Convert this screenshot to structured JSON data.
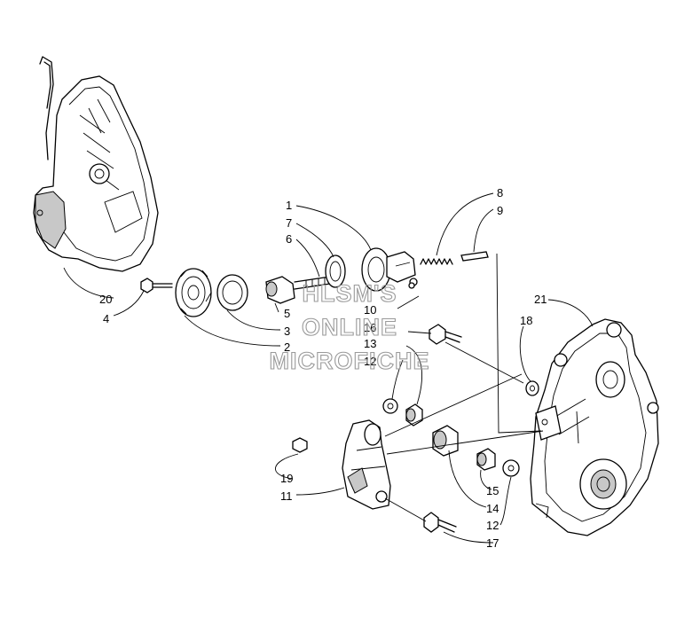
{
  "watermark": {
    "line1": "HLSM'S",
    "line2": "ONLINE",
    "line3": "MICROFICHE"
  },
  "callouts": {
    "c1": "1",
    "c2": "2",
    "c3": "3",
    "c4": "4",
    "c5": "5",
    "c6": "6",
    "c7": "7",
    "c8": "8",
    "c9": "9",
    "c10": "10",
    "c11": "11",
    "c12a": "12",
    "c12b": "12",
    "c13": "13",
    "c14": "14",
    "c15": "15",
    "c16": "16",
    "c17": "17",
    "c18": "18",
    "c19": "19",
    "c20": "20",
    "c21": "21"
  }
}
